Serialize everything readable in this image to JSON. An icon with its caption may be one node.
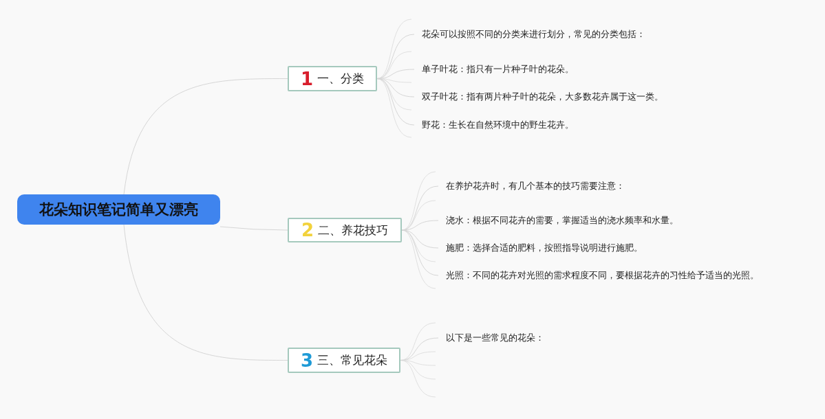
{
  "diagram": {
    "nodes": [
      {
        "text": [
          "花朵知识笔记简单又漂亮"
        ]
      },
      {
        "text": [
          "1",
          "一、分类"
        ]
      },
      {
        "text": [
          "花朵可以按照不同的分类来进行划分，常见的分类包括："
        ]
      },
      {
        "text": [
          "单子叶花：指只有一片种子叶的花朵。"
        ]
      },
      {
        "text": [
          "双子叶花：指有两片种子叶的花朵，大多数花卉属于这一类。"
        ]
      },
      {
        "text": [
          "野花：生长在自然环境中的野生花卉。"
        ]
      },
      {
        "text": [
          "2",
          "二、养花技巧"
        ]
      },
      {
        "text": [
          "在养护花卉时，有几个基本的技巧需要注意："
        ]
      },
      {
        "text": [
          "浇水：根据不同花卉的需要，掌握适当的浇水频率和水量。"
        ]
      },
      {
        "text": [
          "施肥：选择合适的肥料，按照指导说明进行施肥。"
        ]
      },
      {
        "text": [
          "光照：不同的花卉对光照的需求程度不同，要根据花卉的习性给予适当的光照。"
        ]
      },
      {
        "text": [
          "3",
          "三、常见花朵"
        ]
      },
      {
        "text": [
          "以下是一些常见的花朵："
        ]
      }
    ],
    "edges": [
      {
        "from": 0,
        "to": 1,
        "arrow": "none"
      },
      {
        "from": 1,
        "to": 2,
        "arrow": "none"
      },
      {
        "from": 1,
        "to": 3,
        "arrow": "none"
      },
      {
        "from": 1,
        "to": 4,
        "arrow": "none"
      },
      {
        "from": 1,
        "to": 5,
        "arrow": "none"
      },
      {
        "from": 0,
        "to": 6,
        "arrow": "none"
      },
      {
        "from": 6,
        "to": 7,
        "arrow": "none"
      },
      {
        "from": 6,
        "to": 8,
        "arrow": "none"
      },
      {
        "from": 6,
        "to": 9,
        "arrow": "none"
      },
      {
        "from": 6,
        "to": 10,
        "arrow": "none"
      },
      {
        "from": 0,
        "to": 11,
        "arrow": "none"
      },
      {
        "from": 11,
        "to": 12,
        "arrow": "none"
      }
    ]
  }
}
